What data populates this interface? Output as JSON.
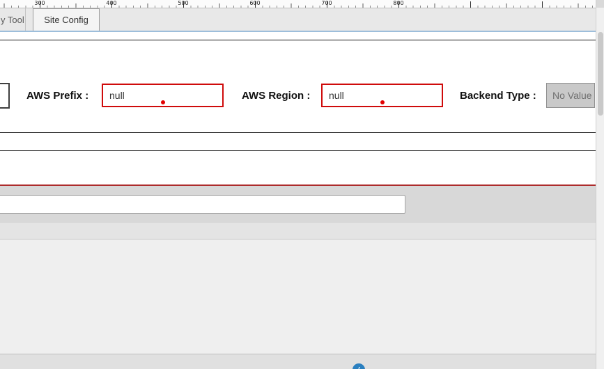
{
  "ruler": {
    "unit_labels": [
      "300",
      "400",
      "500",
      "600",
      "700",
      "800"
    ]
  },
  "tab_bar": {
    "tabs": [
      {
        "label": "y Tool",
        "active": false
      },
      {
        "label": "Site Config",
        "active": true
      }
    ]
  },
  "config_form": {
    "aws_prefix": {
      "label": "AWS Prefix :",
      "value": "null"
    },
    "aws_region": {
      "label": "AWS Region :",
      "value": "null"
    },
    "backend_type": {
      "label": "Backend Type :",
      "value": "No Value"
    }
  },
  "filter_input": {
    "value": ""
  },
  "footer": {
    "info_icon_glyph": "i"
  },
  "colors": {
    "error_border": "#cf0b0b",
    "error_dot": "#e30000",
    "tab_underline": "#9dbedb",
    "red_divider": "#ad2c2c",
    "info_icon_bg": "#2a7fbf"
  }
}
